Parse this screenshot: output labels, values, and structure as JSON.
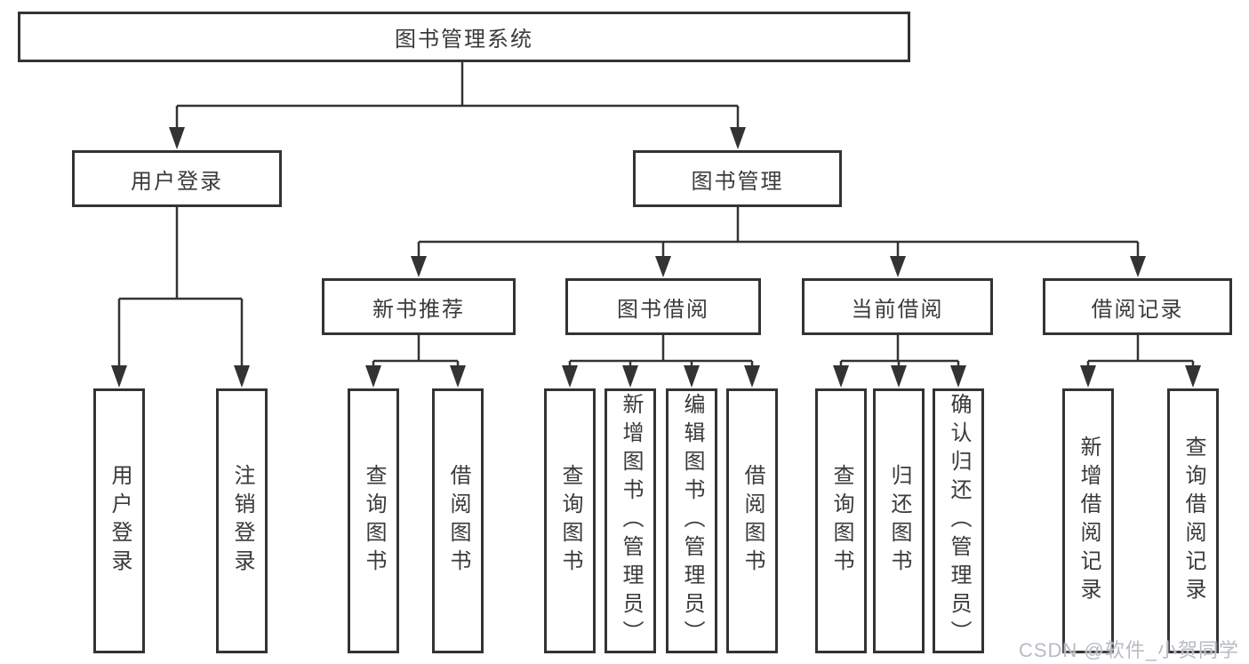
{
  "tree": {
    "root": "图书管理系统",
    "children": [
      {
        "label": "用户登录",
        "children": [
          {
            "label": "用户登录"
          },
          {
            "label": "注销登录"
          }
        ]
      },
      {
        "label": "图书管理",
        "children": [
          {
            "label": "新书推荐",
            "children": [
              {
                "label": "查询图书"
              },
              {
                "label": "借阅图书"
              }
            ]
          },
          {
            "label": "图书借阅",
            "children": [
              {
                "label": "查询图书"
              },
              {
                "label": "新增图书（管理员）"
              },
              {
                "label": "编辑图书（管理员）"
              },
              {
                "label": "借阅图书"
              }
            ]
          },
          {
            "label": "当前借阅",
            "children": [
              {
                "label": "查询图书"
              },
              {
                "label": "归还图书"
              },
              {
                "label": "确认归还（管理员）"
              }
            ]
          },
          {
            "label": "借阅记录",
            "children": [
              {
                "label": "新增借阅记录"
              },
              {
                "label": "查询借阅记录"
              }
            ]
          }
        ]
      }
    ]
  },
  "watermark": {
    "text": "CSDN @软件_小贺同学"
  },
  "colors": {
    "line": "#333333",
    "text": "#3a3a3a",
    "box_background": "#ffffff",
    "watermark": "#b7bcc3",
    "background": "#ffffff"
  }
}
